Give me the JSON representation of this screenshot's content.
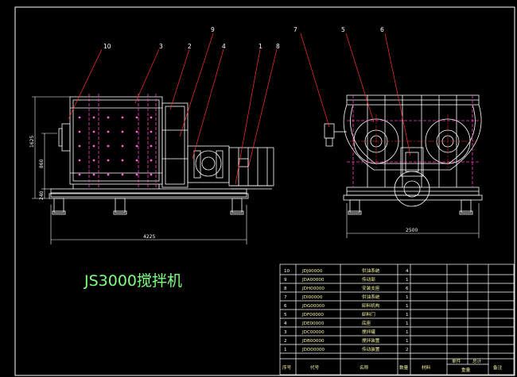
{
  "title": "JS3000搅拌机",
  "balloons": [
    "10",
    "3",
    "2",
    "9",
    "4",
    "1",
    "8",
    "7",
    "5",
    "6"
  ],
  "dimensions": {
    "total_length": "4225",
    "total_width": "2500",
    "height_total": "1625",
    "height_mid": "860",
    "height_base": "240"
  },
  "bom": {
    "headers": [
      "序号",
      "代号",
      "名称",
      "数量",
      "材料",
      "单件",
      "总计",
      "备注"
    ],
    "weight_label": "重量",
    "rows": [
      {
        "no": "10",
        "code": "JDJ00000",
        "name": "供油系统",
        "qty": "4"
      },
      {
        "no": "9",
        "code": "JDA00000",
        "name": "传动部",
        "qty": "1"
      },
      {
        "no": "8",
        "code": "JDH00000",
        "name": "安装支座",
        "qty": "6"
      },
      {
        "no": "7",
        "code": "JDI00000",
        "name": "供油系统",
        "qty": "1"
      },
      {
        "no": "6",
        "code": "JDG00000",
        "name": "卸料机构",
        "qty": "1"
      },
      {
        "no": "5",
        "code": "JDF00000",
        "name": "卸料门",
        "qty": "1"
      },
      {
        "no": "4",
        "code": "JDE00000",
        "name": "底座",
        "qty": "1"
      },
      {
        "no": "3",
        "code": "JDC00000",
        "name": "搅拌罐",
        "qty": "1"
      },
      {
        "no": "2",
        "code": "JDB00000",
        "name": "搅拌装置",
        "qty": "1"
      },
      {
        "no": "1",
        "code": "JDD00000",
        "name": "传动装置",
        "qty": "2"
      }
    ]
  }
}
